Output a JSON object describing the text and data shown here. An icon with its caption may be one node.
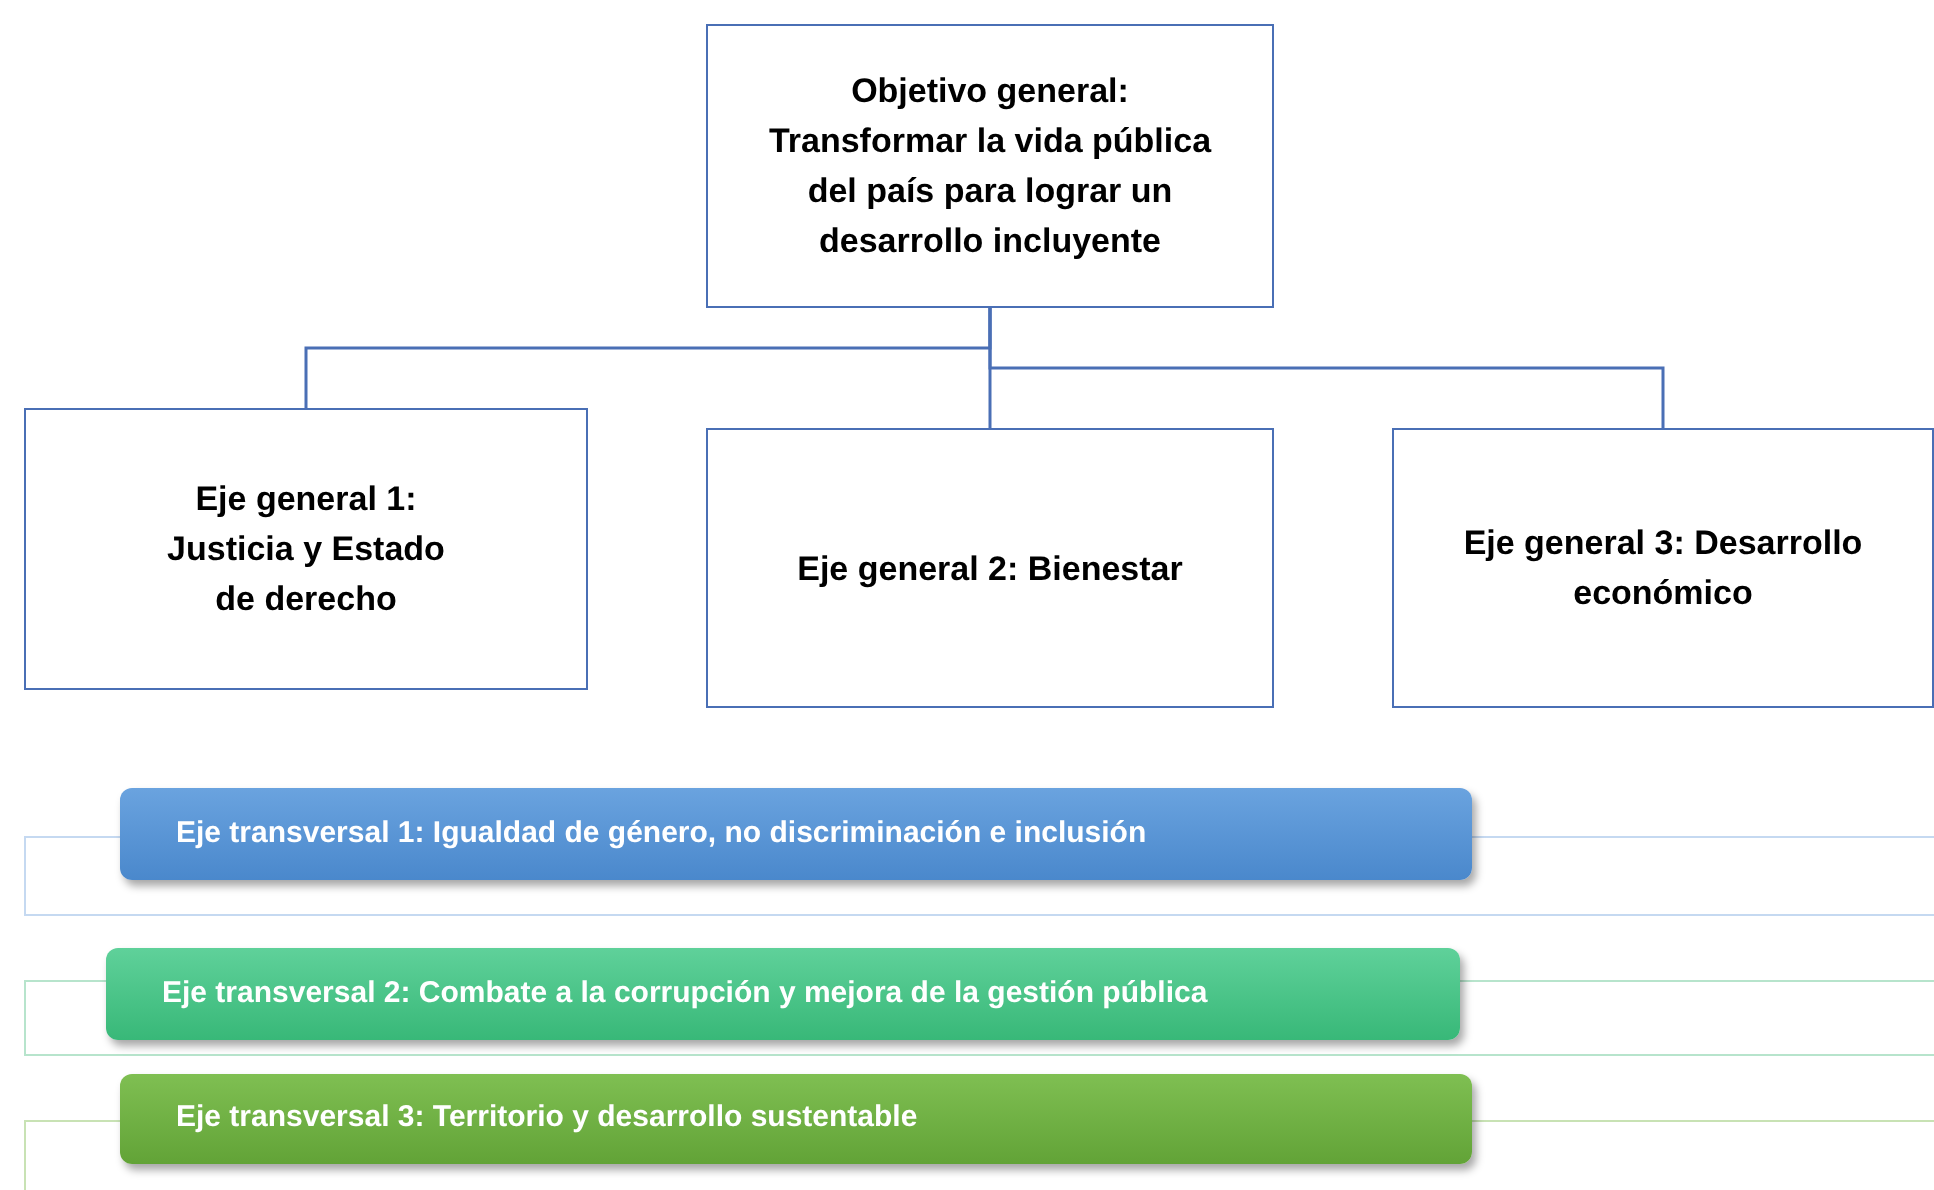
{
  "diagram": {
    "nodes": [
      {
        "text": [
          "Objetivo general: Transformar la vida pública del país para lograr un desarrollo incluyente"
        ]
      },
      {
        "text": [
          "Eje general 1: Justicia y Estado de derecho"
        ]
      },
      {
        "text": [
          "Eje general 2: Bienestar"
        ]
      },
      {
        "text": [
          "Eje general 3: Desarrollo económico"
        ]
      },
      {
        "text": [
          "Eje transversal 1: Igualdad de género, no discriminación e inclusión"
        ]
      },
      {
        "text": [
          "Eje transversal 2: Combate a la corrupción y mejora de la gestión pública"
        ]
      },
      {
        "text": [
          "Eje transversal 3: Territorio y desarrollo sustentable"
        ]
      },
      {
        "text": [],
        "shape": "box"
      },
      {
        "text": [],
        "shape": "box"
      },
      {
        "text": [],
        "shape": "box"
      }
    ],
    "edges": [
      {
        "from": 0,
        "to": 1,
        "arrow": "none"
      },
      {
        "from": 0,
        "to": 2,
        "arrow": "none"
      },
      {
        "from": 0,
        "to": 3,
        "arrow": "none"
      }
    ]
  }
}
